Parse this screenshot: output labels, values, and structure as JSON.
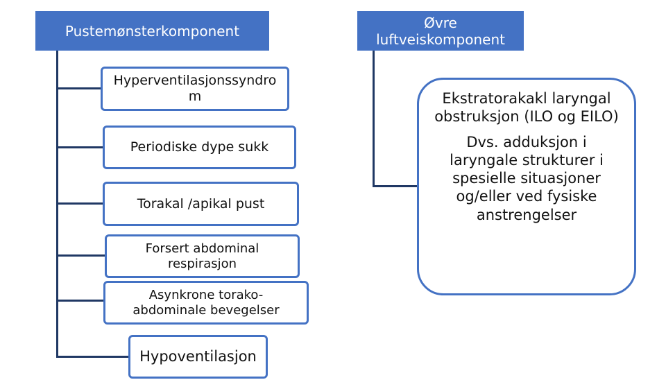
{
  "left": {
    "header": "Pustemønsterkomponent",
    "items": [
      "Hyperventilasjonssyndro m",
      "Periodiske dype sukk",
      "Torakal /apikal pust",
      "Forsert abdominal respirasjon",
      "Asynkrone torako-abdominale bevegelser",
      "Hypoventilasjon"
    ]
  },
  "right": {
    "header": "Øvre luftveiskomponent",
    "box_title": "Ekstratorakakl laryngal obstruksjon (ILO og EILO)",
    "box_text": "Dvs. adduksjon i laryngale strukturer i spesielle situasjoner og/eller ved fysiske anstrengelser"
  },
  "colors": {
    "header_fill": "#4472C4",
    "box_border": "#4472C4",
    "connector": "#203864"
  }
}
